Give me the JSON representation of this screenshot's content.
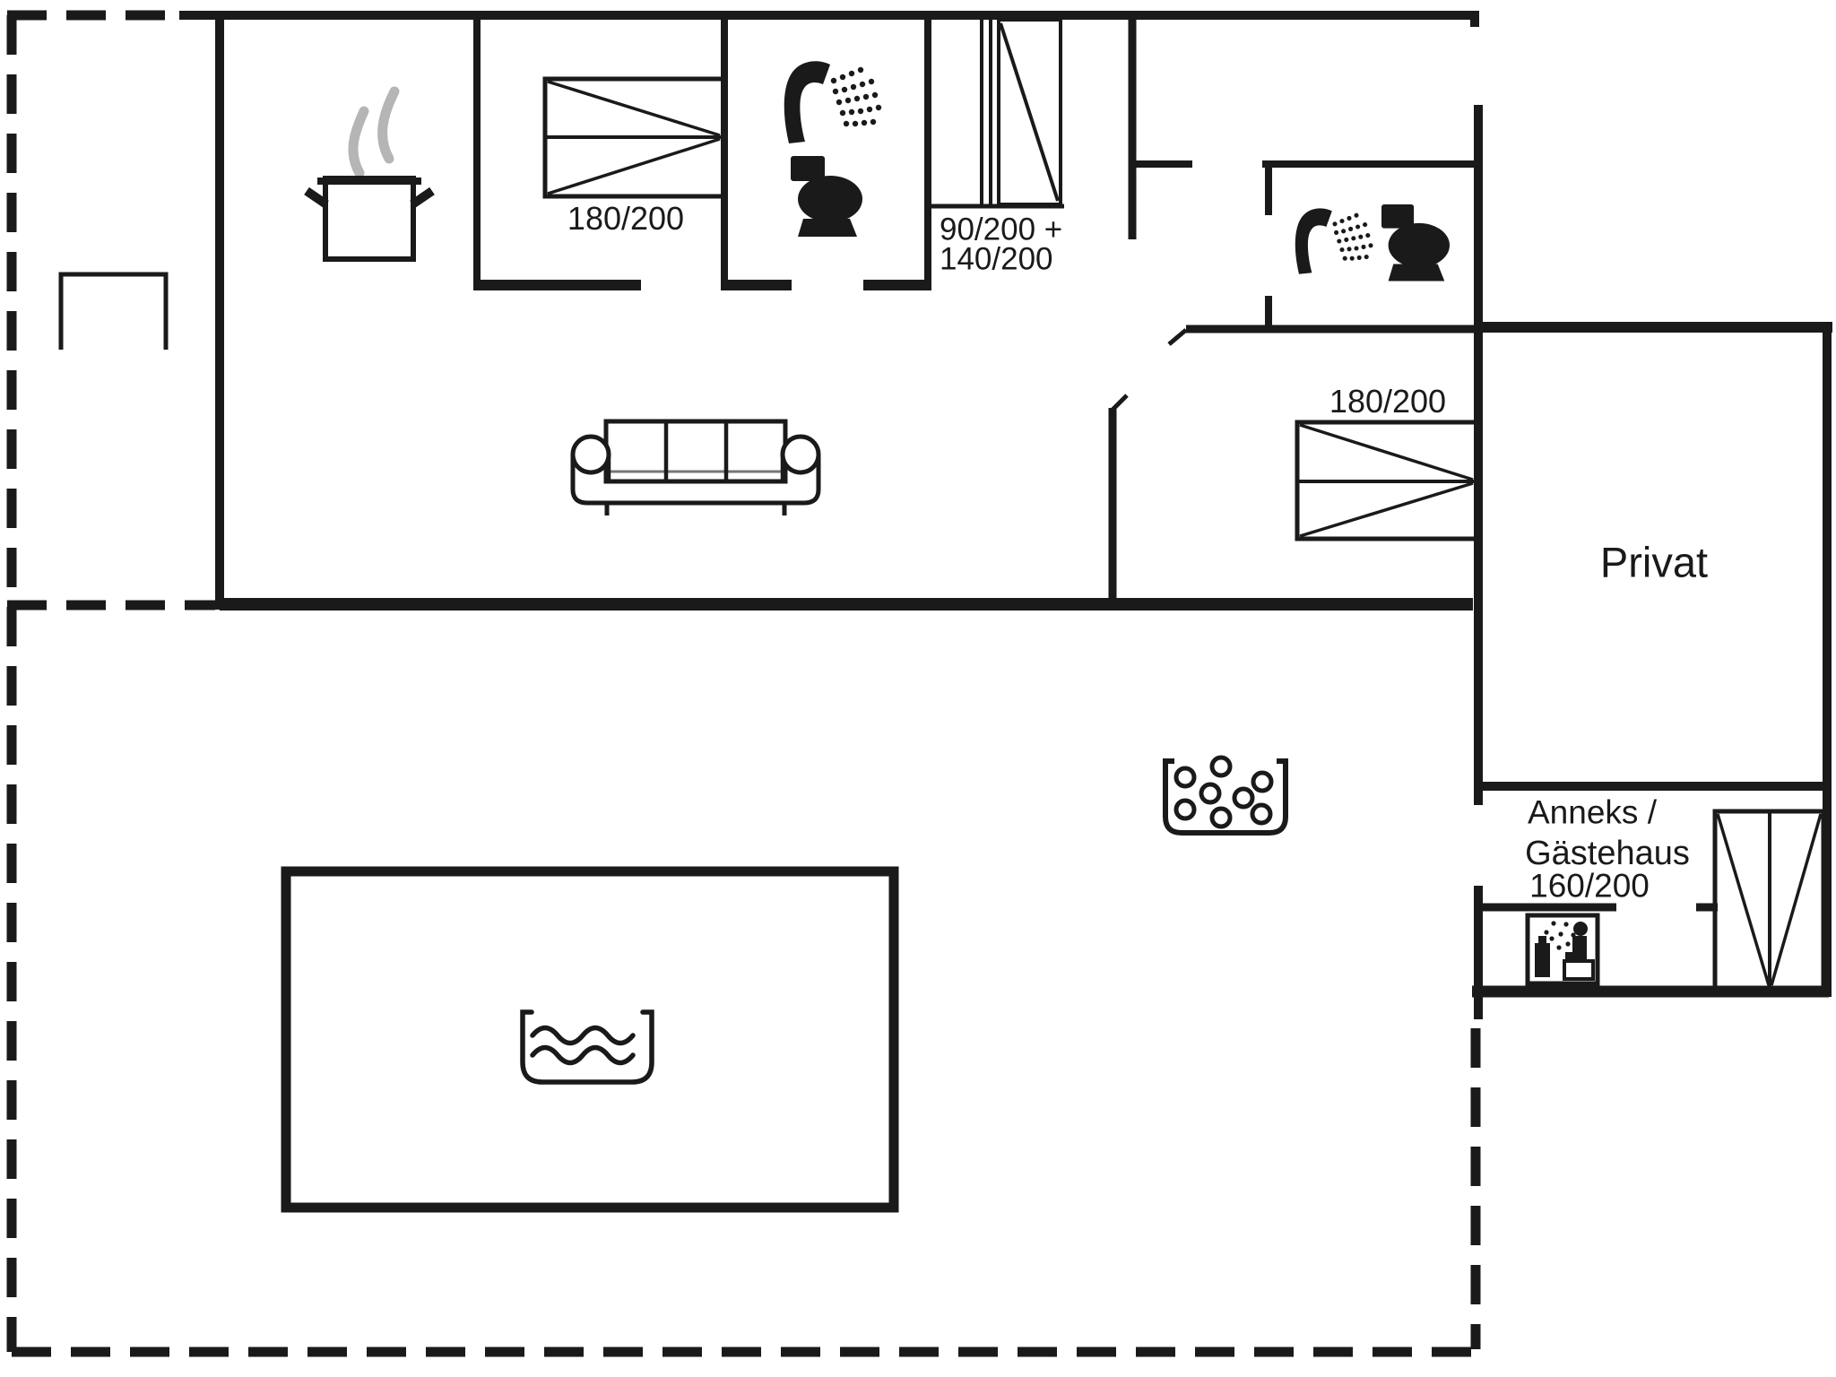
{
  "plan": {
    "type": "floor-plan",
    "labels": {
      "bed_main": "180/200",
      "bunk_line1": "90/200 +",
      "bunk_line2": "140/200",
      "bed_right": "180/200",
      "privat": "Privat",
      "annex_line1": "Anneks /",
      "annex_line2": "Gästehaus",
      "annex_line3": "160/200"
    },
    "icons": {
      "cooking_pot": "pot with steam (kitchen)",
      "double_bed_top": "double bed 180/200",
      "bunk_beds": "beds 90/200 + 140/200",
      "double_bed_right": "double bed 180/200",
      "annex_bed": "double bed 160/200",
      "shower_1": "shower head with spray",
      "toilet_1": "toilet",
      "shower_2": "shower head with spray",
      "toilet_2": "toilet",
      "sofa": "three-seat sofa",
      "whirlpool": "whirlpool tub with bubbles",
      "water_basin": "basin with waves (pool)",
      "annex_shower_cabin": "shower cabin with seat",
      "terrace_structure": "open rectangle marker on terrace"
    },
    "colors": {
      "wall": "#1a1a1a",
      "steam": "#b5b5b5",
      "background": "#ffffff"
    }
  }
}
